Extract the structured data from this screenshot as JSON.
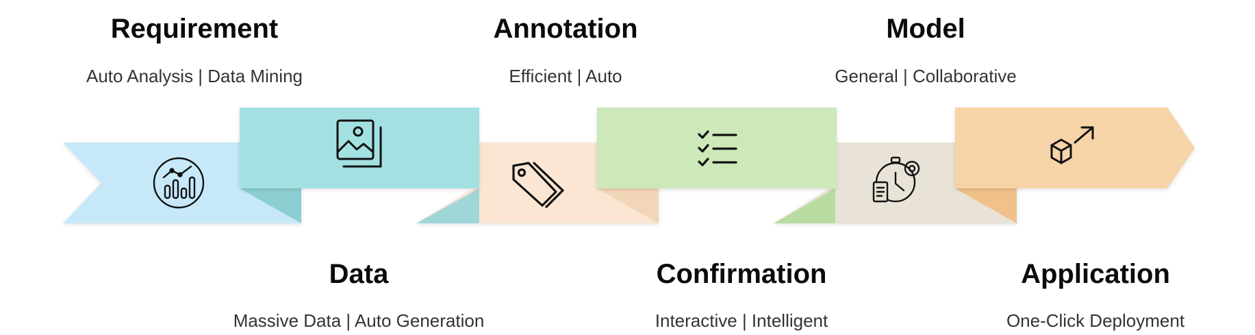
{
  "stages": [
    {
      "title": "Requirement",
      "subtitle": "Auto Analysis | Data Mining",
      "icon": "analytics-chart-icon",
      "color": "#c7e8f8"
    },
    {
      "title": "Data",
      "subtitle": "Massive Data | Auto Generation",
      "icon": "image-gallery-icon",
      "color": "#a3e0e2"
    },
    {
      "title": "Annotation",
      "subtitle": "Efficient | Auto",
      "icon": "tags-icon",
      "color": "#fae6d2"
    },
    {
      "title": "Confirmation",
      "subtitle": "Interactive  | Intelligent",
      "icon": "checklist-icon",
      "color": "#cde8b9"
    },
    {
      "title": "Model",
      "subtitle": "General |  Collaborative",
      "icon": "stopwatch-gear-icon",
      "color": "#e8e3d6"
    },
    {
      "title": "Application",
      "subtitle": "One-Click Deployment",
      "icon": "deploy-cube-icon",
      "color": "#f7d3a8"
    }
  ]
}
